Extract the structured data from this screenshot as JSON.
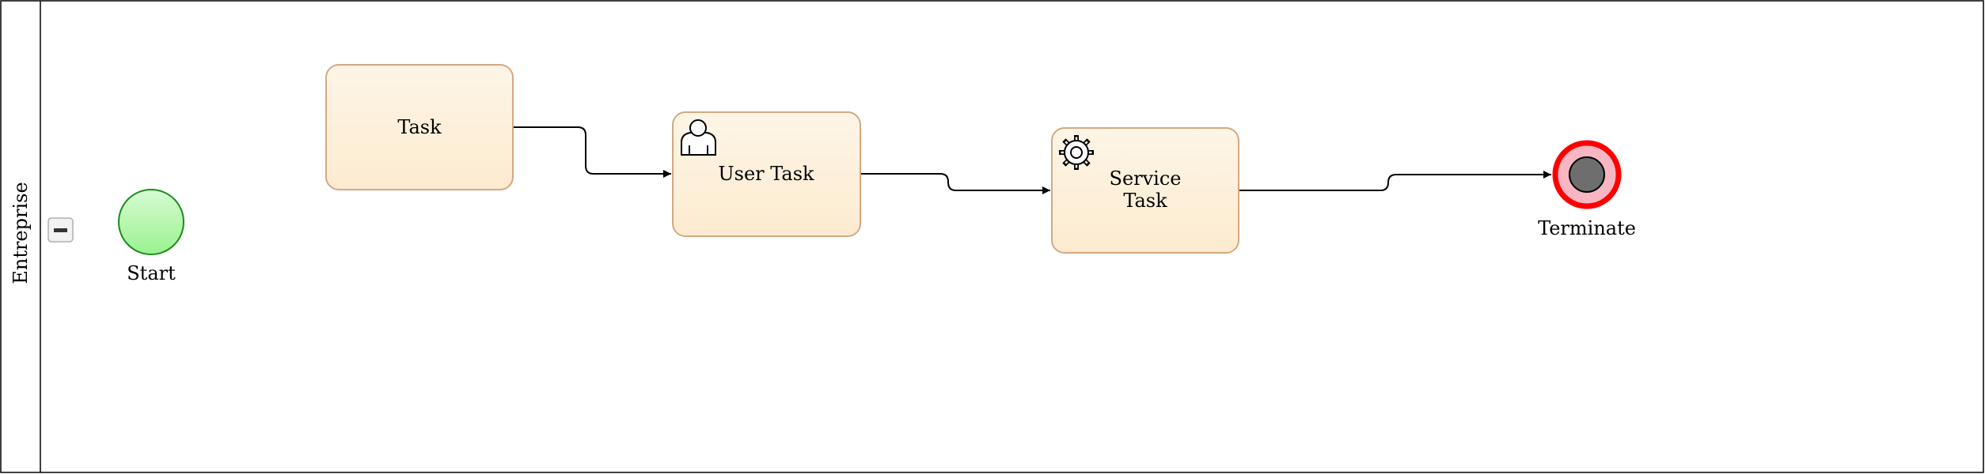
{
  "pool": {
    "label": "Entreprise"
  },
  "start_event": {
    "label": "Start"
  },
  "tasks": [
    {
      "label": "Task"
    },
    {
      "label": "User Task",
      "icon": "user-icon"
    },
    {
      "label_lines": [
        "Service",
        "Task"
      ],
      "icon": "gear-icon"
    }
  ],
  "end_event": {
    "label": "Terminate",
    "type": "terminate"
  },
  "collapse_toggle": {
    "icon": "minus-icon"
  },
  "colors": {
    "task_fill_top": "#fdf5e6",
    "task_fill_bottom": "#fdebd0",
    "task_stroke": "#d4a882",
    "start_fill": "#a8f0a8",
    "start_stroke": "#1a8c1a",
    "end_stroke": "#ff0000",
    "end_fill": "#f7b6c2",
    "end_inner": "#6e6e6e"
  }
}
